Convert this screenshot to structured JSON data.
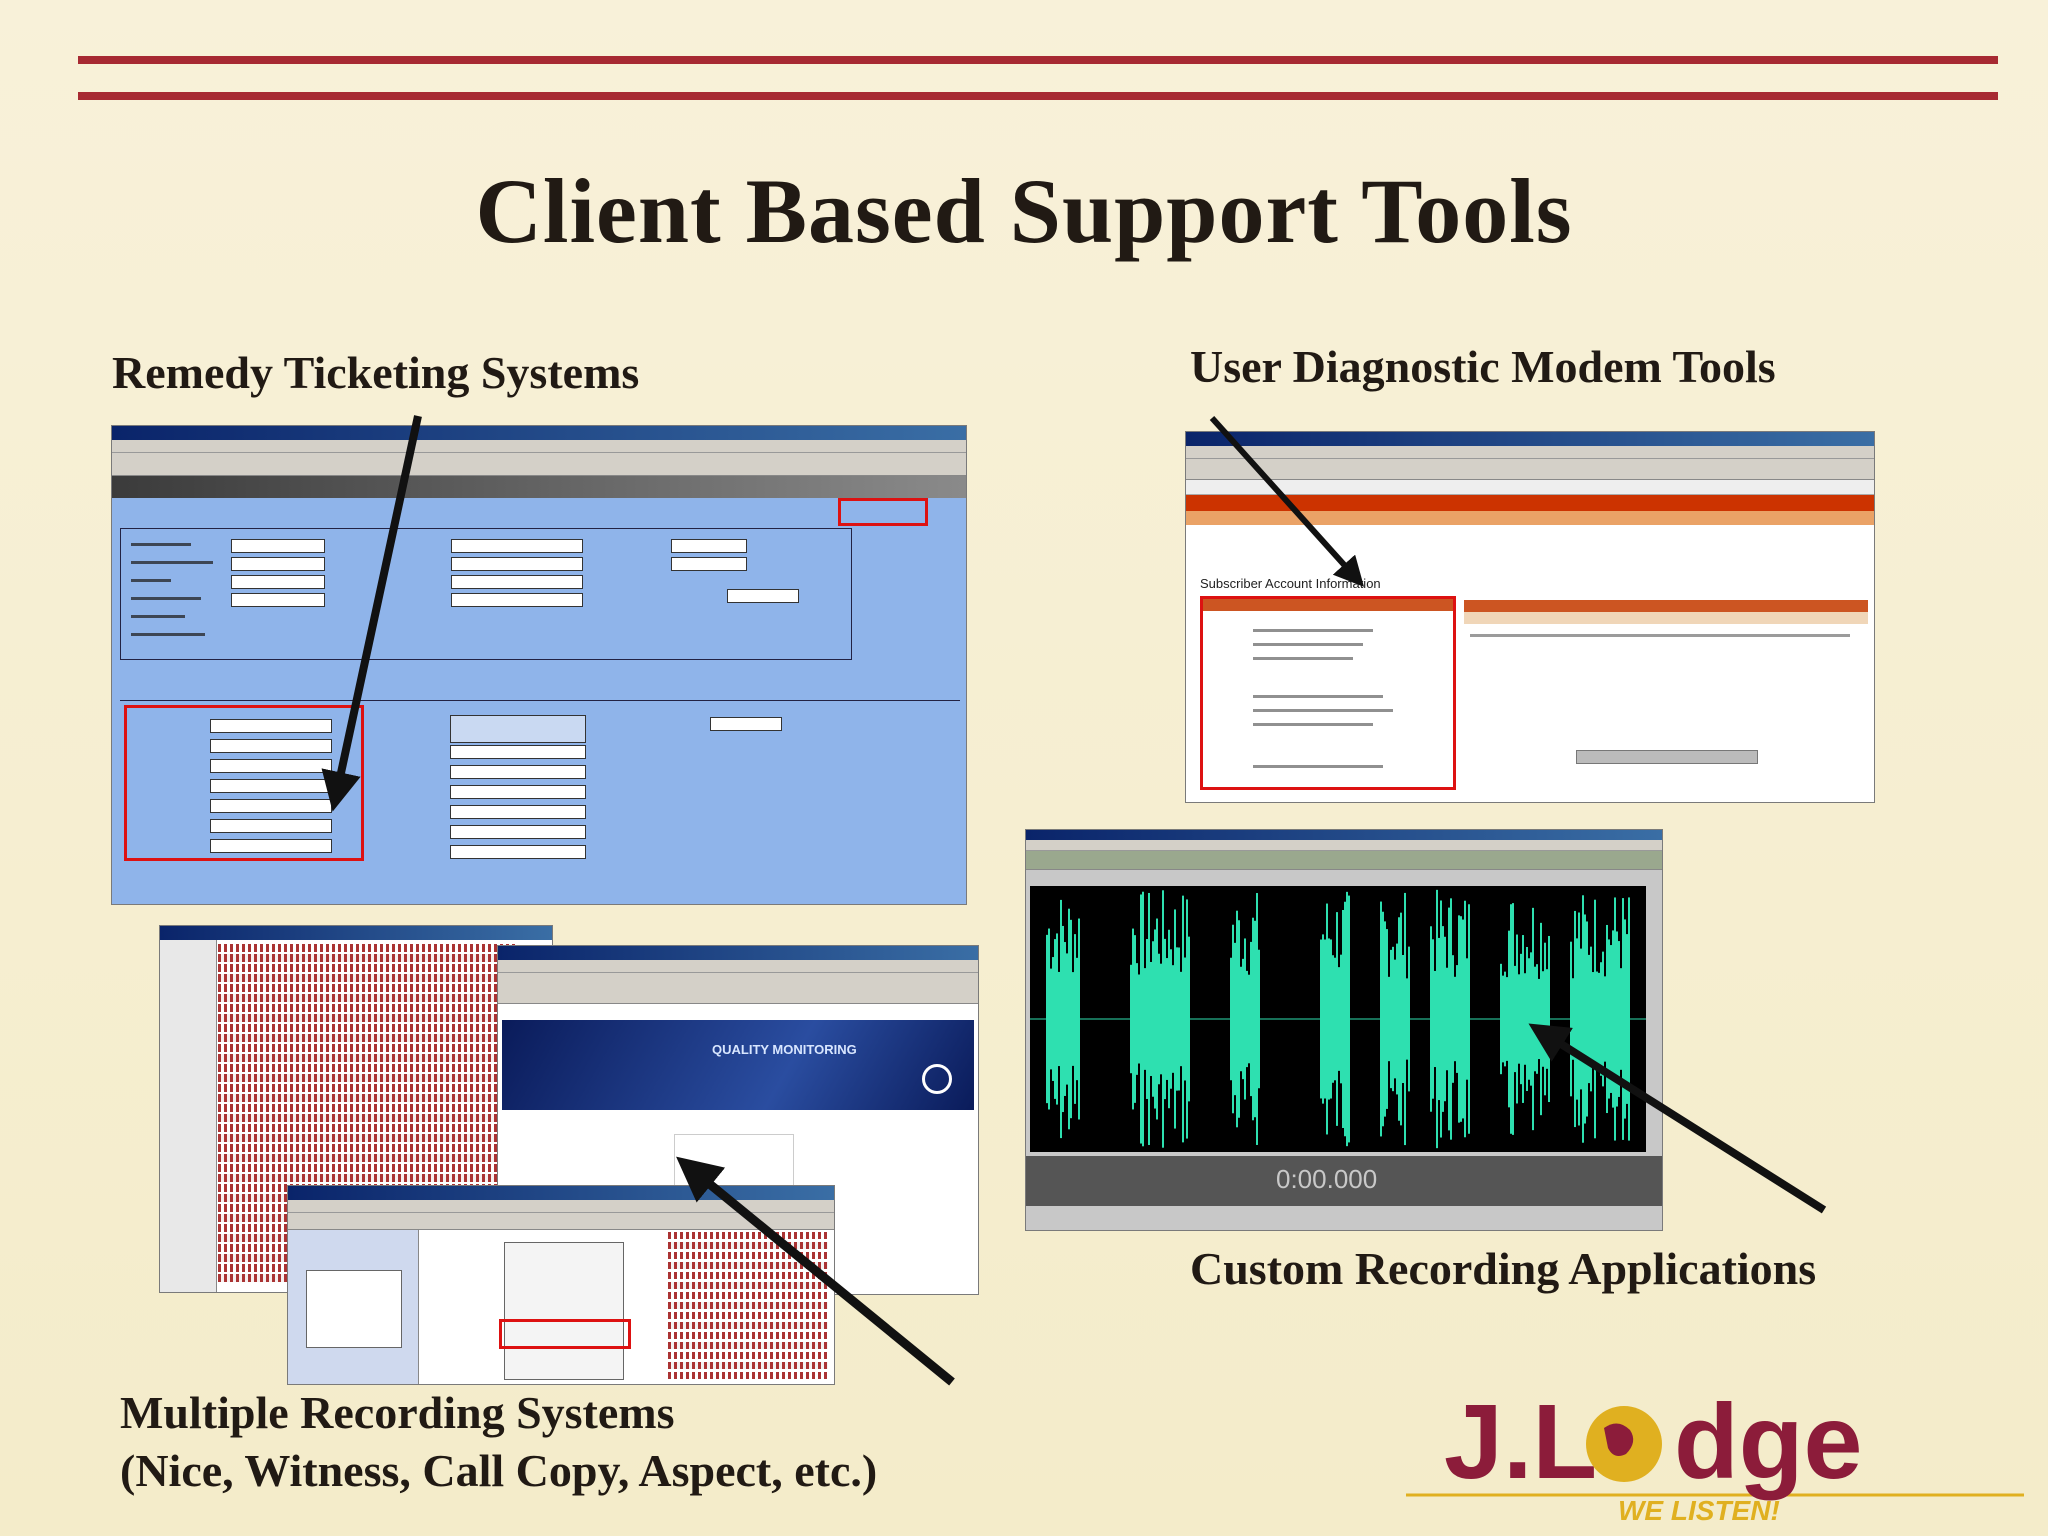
{
  "slide": {
    "title": "Client Based Support Tools",
    "sections": {
      "remedy": "Remedy Ticketing Systems",
      "modem": "User Diagnostic Modem Tools",
      "recording_custom": "Custom Recording Applications",
      "recording_multi_line1": "Multiple Recording Systems",
      "recording_multi_line2": "(Nice, Witness, Call Copy, Aspect, etc.)"
    },
    "screens": {
      "modem_heading": "Subscriber Account Information",
      "quality_banner": "QUALITY MONITORING",
      "waveform_time": "0:00.000"
    },
    "logo": {
      "name": "J.Lodge",
      "tagline": "WE LISTEN!"
    }
  },
  "colors": {
    "rule": "#a72a32",
    "logo_maroon": "#8c1c3a",
    "logo_gold": "#e0b020",
    "waveform": "#2ee0b0",
    "remedy_blue": "#8fb4ea"
  }
}
